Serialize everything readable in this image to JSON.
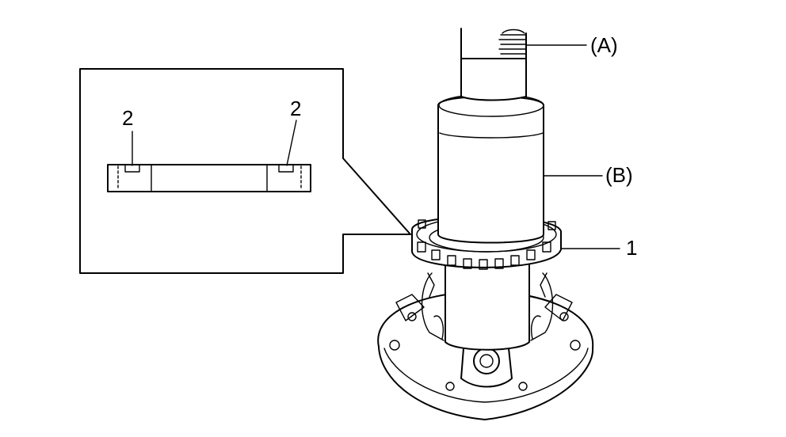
{
  "callouts": {
    "tool_a": "(A)",
    "tool_b": "(B)",
    "part_1": "1",
    "detail_left": "2",
    "detail_right": "2"
  }
}
